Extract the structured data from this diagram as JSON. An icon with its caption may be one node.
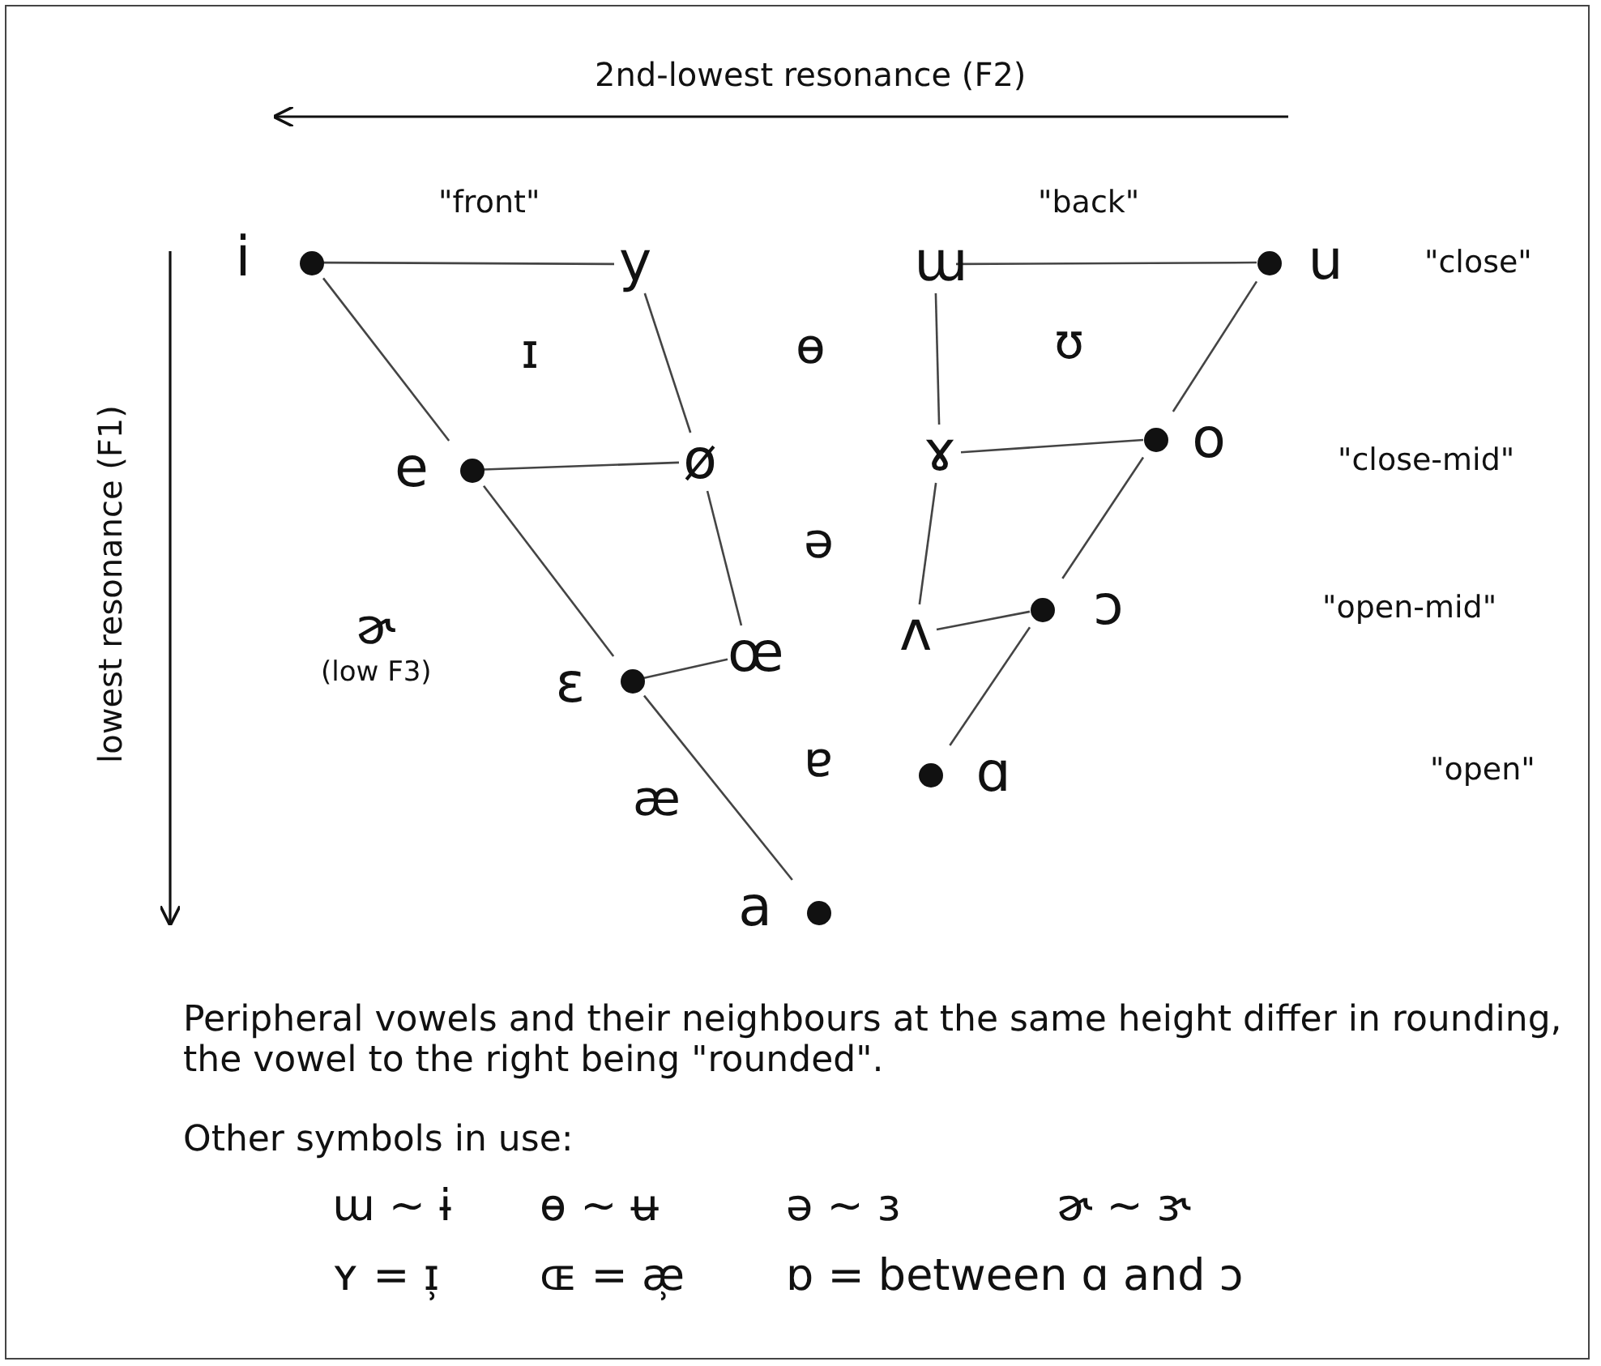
{
  "diagram": {
    "nodes": [
      {
        "text": [
          "i"
        ]
      },
      {
        "text": [
          "y"
        ]
      },
      {
        "text": [
          "ɯ"
        ]
      },
      {
        "text": [
          "u"
        ]
      },
      {
        "text": [
          "e"
        ]
      },
      {
        "text": [
          "ø"
        ]
      },
      {
        "text": [
          "ɤ"
        ]
      },
      {
        "text": [
          "o"
        ]
      },
      {
        "text": [
          "ɛ"
        ]
      },
      {
        "text": [
          "œ"
        ]
      },
      {
        "text": [
          "ʌ"
        ]
      },
      {
        "text": [
          "ɔ"
        ]
      },
      {
        "text": [
          "ɑ"
        ]
      },
      {
        "text": [
          "a"
        ]
      }
    ],
    "edges": [
      {
        "from": 0,
        "to": 1,
        "arrow": "none"
      },
      {
        "from": 2,
        "to": 3,
        "arrow": "none"
      },
      {
        "from": 0,
        "to": 4,
        "arrow": "none"
      },
      {
        "from": 1,
        "to": 5,
        "arrow": "none"
      },
      {
        "from": 2,
        "to": 6,
        "arrow": "none"
      },
      {
        "from": 3,
        "to": 7,
        "arrow": "none"
      },
      {
        "from": 4,
        "to": 5,
        "arrow": "none"
      },
      {
        "from": 6,
        "to": 7,
        "arrow": "none"
      },
      {
        "from": 4,
        "to": 8,
        "arrow": "none"
      },
      {
        "from": 5,
        "to": 9,
        "arrow": "none"
      },
      {
        "from": 6,
        "to": 10,
        "arrow": "none"
      },
      {
        "from": 7,
        "to": 11,
        "arrow": "none"
      },
      {
        "from": 8,
        "to": 9,
        "arrow": "none"
      },
      {
        "from": 10,
        "to": 11,
        "arrow": "none"
      },
      {
        "from": 11,
        "to": 12,
        "arrow": "none"
      },
      {
        "from": 8,
        "to": 13,
        "arrow": "none"
      }
    ],
    "labels": [
      "2nd-lowest resonance (F2)",
      "\"front\"",
      "\"back\"",
      "\"close\"",
      "ɪ",
      "ɵ",
      "ʊ",
      "\"close-mid\"",
      "lowest resonance (F1)",
      "ə",
      "\"open-mid\"",
      "ɚ",
      "(low F3)",
      "ɐ",
      "\"open\"",
      "æ",
      "Peripheral vowels and their neighbours at the same height differ in rounding, the vowel to the right being \"rounded\".",
      "Other symbols in use:",
      "ɯ ~ ɨ",
      "ɵ ~ ʉ",
      "ə ~ ɜ",
      "ɚ ~ ɝ",
      "ʏ = ɪ̹",
      "ɶ = æ̹",
      "ɒ = between ɑ and ɔ"
    ]
  }
}
